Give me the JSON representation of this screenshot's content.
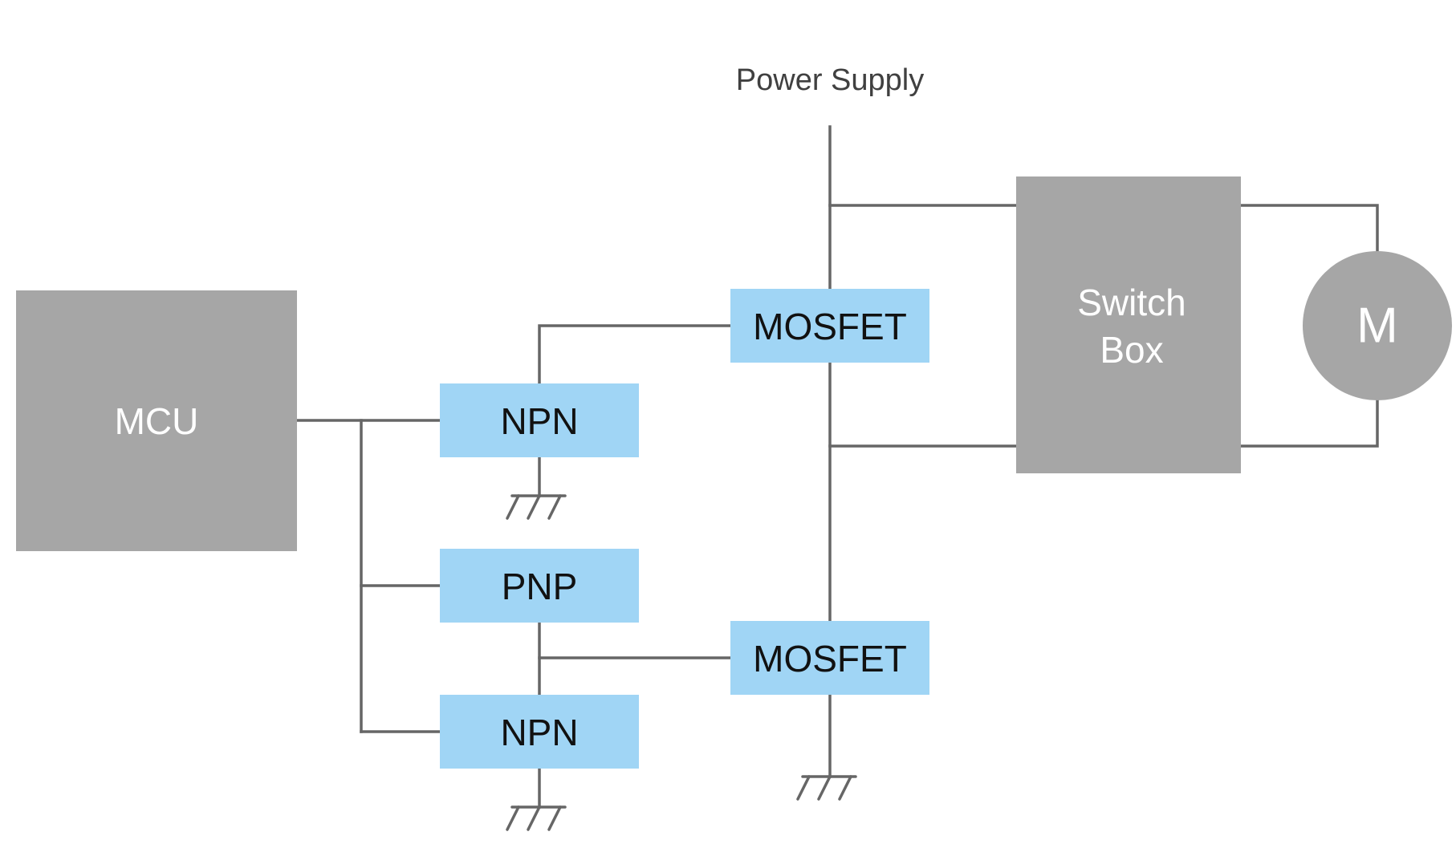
{
  "diagram": {
    "power_supply_label": "Power Supply",
    "mcu_label": "MCU",
    "switch_box_label_line1": "Switch",
    "switch_box_label_line2": "Box",
    "motor_label": "M",
    "npn_top_label": "NPN",
    "pnp_label": "PNP",
    "npn_bottom_label": "NPN",
    "mosfet_top_label": "MOSFET",
    "mosfet_bottom_label": "MOSFET"
  },
  "colors": {
    "wire": "#666666",
    "gray_block": "#a6a6a6",
    "blue_block": "#a0d5f5"
  }
}
